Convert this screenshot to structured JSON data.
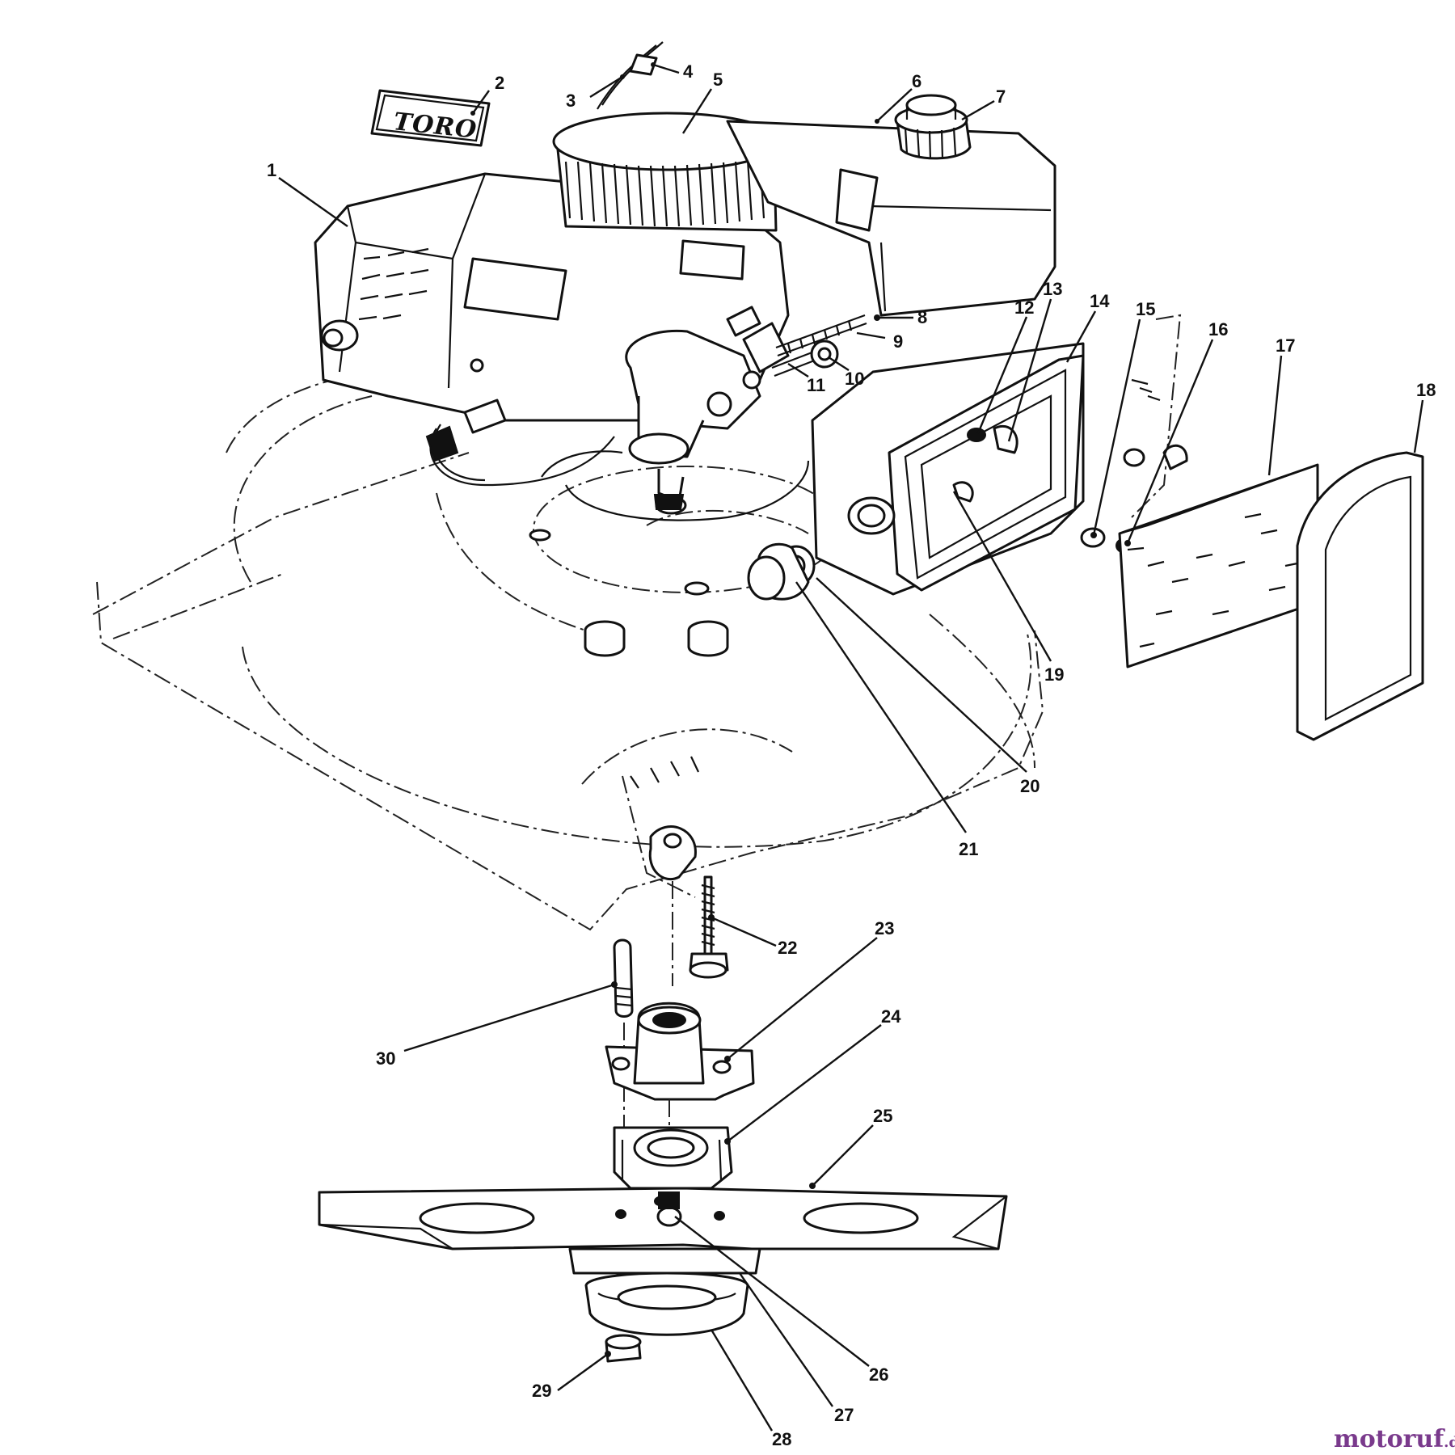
{
  "brand": {
    "logo_text": "TORO"
  },
  "watermark": {
    "text": "motoruf",
    "suffix": ".de",
    "color": "#7a3a8c"
  },
  "callouts": [
    "1",
    "2",
    "3",
    "4",
    "5",
    "6",
    "7",
    "8",
    "9",
    "10",
    "11",
    "12",
    "13",
    "14",
    "15",
    "16",
    "17",
    "18",
    "19",
    "20",
    "21",
    "22",
    "23",
    "24",
    "25",
    "26",
    "27",
    "28",
    "29",
    "30"
  ]
}
